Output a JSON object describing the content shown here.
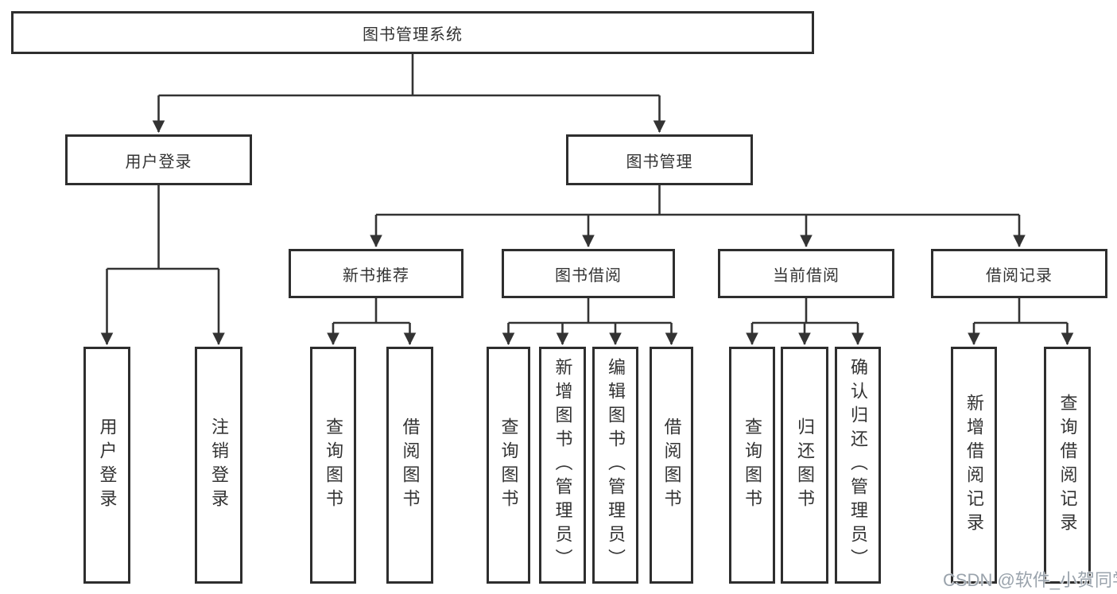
{
  "tree": {
    "root": {
      "label": "图书管理系统",
      "children": [
        {
          "label": "用户登录",
          "children": [
            {
              "label": "用户登录"
            },
            {
              "label": "注销登录"
            }
          ]
        },
        {
          "label": "图书管理",
          "children": [
            {
              "label": "新书推荐",
              "children": [
                {
                  "label": "查询图书"
                },
                {
                  "label": "借阅图书"
                }
              ]
            },
            {
              "label": "图书借阅",
              "children": [
                {
                  "label": "查询图书"
                },
                {
                  "label": "新增图书（管理员）"
                },
                {
                  "label": "编辑图书（管理员）"
                },
                {
                  "label": "借阅图书"
                }
              ]
            },
            {
              "label": "当前借阅",
              "children": [
                {
                  "label": "查询图书"
                },
                {
                  "label": "归还图书"
                },
                {
                  "label": "确认归还（管理员）"
                }
              ]
            },
            {
              "label": "借阅记录",
              "children": [
                {
                  "label": "新增借阅记录"
                },
                {
                  "label": "查询借阅记录"
                }
              ]
            }
          ]
        }
      ]
    }
  },
  "watermark": {
    "text": "CSDN @软件_小贺同学"
  },
  "colors": {
    "line": "#333333",
    "border": "#2e2e2e",
    "text": "#333333",
    "watermark": "#9aa3ac",
    "background": "#ffffff"
  }
}
